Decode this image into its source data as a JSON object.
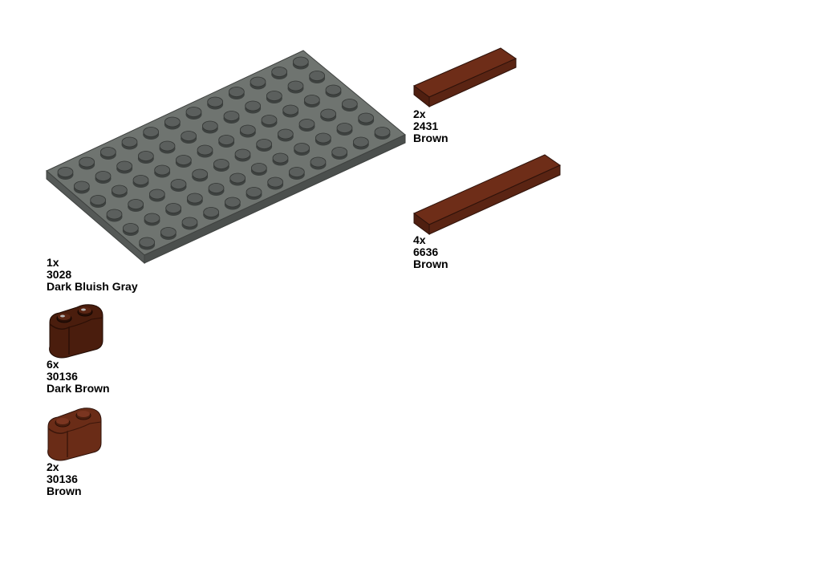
{
  "parts": [
    {
      "qty": "1x",
      "part_number": "3028",
      "color_name": "Dark Bluish Gray",
      "color": "#636865",
      "icon": "plate-6x12-icon"
    },
    {
      "qty": "2x",
      "part_number": "2431",
      "color_name": "Brown",
      "color": "#6a2c17",
      "icon": "tile-1x4-icon"
    },
    {
      "qty": "4x",
      "part_number": "6636",
      "color_name": "Brown",
      "color": "#6a2c17",
      "icon": "tile-1x6-icon"
    },
    {
      "qty": "6x",
      "part_number": "30136",
      "color_name": "Dark Brown",
      "color": "#4a1d0d",
      "icon": "log-brick-1x2-icon"
    },
    {
      "qty": "2x",
      "part_number": "30136",
      "color_name": "Brown",
      "color": "#6a2c17",
      "icon": "log-brick-1x2-icon"
    }
  ]
}
